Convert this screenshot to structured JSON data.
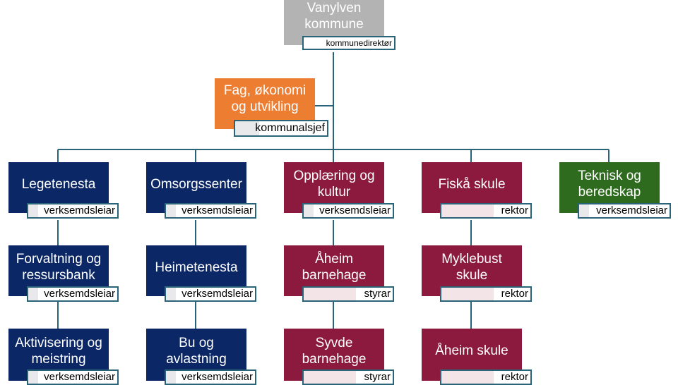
{
  "colors": {
    "grey": "#b3b3b3",
    "orange": "#ed7d31",
    "navy": "#0b2766",
    "crimson": "#8c1a3e",
    "green": "#2e6b1f",
    "line": "#2a6478"
  },
  "top": {
    "name": "Vanylven kommune",
    "role": "kommunedirektør"
  },
  "staff": {
    "name": "Fag, økonomi og utvikling",
    "role": "kommunalsjef"
  },
  "columns": [
    {
      "units": [
        {
          "name": "Legetenesta",
          "role": "verksemdsleiar"
        },
        {
          "name": "Forvaltning og ressursbank",
          "role": "verksemdsleiar"
        },
        {
          "name": "Aktivisering og meistring",
          "role": "verksemdsleiar"
        }
      ]
    },
    {
      "units": [
        {
          "name": "Omsorgssenter",
          "role": "verksemdsleiar"
        },
        {
          "name": "Heimetenesta",
          "role": "verksemdsleiar"
        },
        {
          "name": "Bu og avlastning",
          "role": "verksemdsleiar"
        }
      ]
    },
    {
      "units": [
        {
          "name": "Opplæring og kultur",
          "role": "verksemdsleiar"
        },
        {
          "name": "Åheim barnehage",
          "role": "styrar"
        },
        {
          "name": "Syvde barnehage",
          "role": "styrar"
        }
      ]
    },
    {
      "units": [
        {
          "name": "Fiskå skule",
          "role": "rektor"
        },
        {
          "name": "Myklebust skule",
          "role": "rektor"
        },
        {
          "name": "Åheim skule",
          "role": "rektor"
        }
      ]
    },
    {
      "units": [
        {
          "name": "Teknisk og beredskap",
          "role": "verksemdsleiar"
        }
      ]
    }
  ]
}
